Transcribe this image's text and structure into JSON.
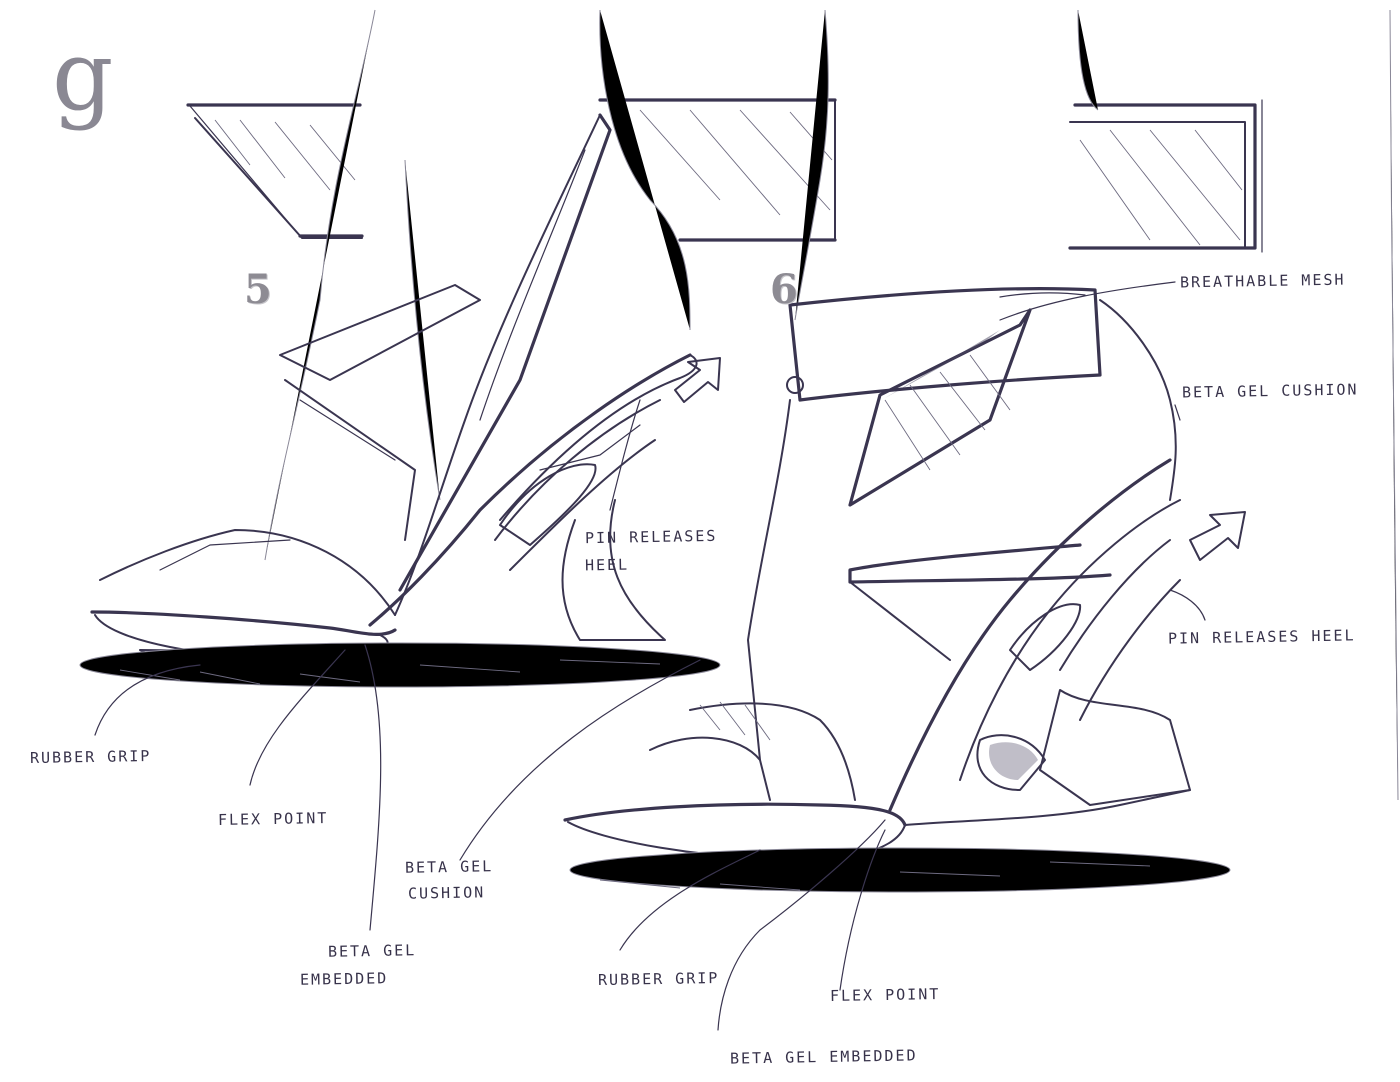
{
  "logo": "g",
  "sketch_numbers": [
    "5",
    "6"
  ],
  "annotations": {
    "breathable_mesh": "BREATHABLE MESH",
    "beta_gel_cushion_right": "BETA GEL CUSHION",
    "pin_releases_heel_left_line1": "PIN RELEASES",
    "pin_releases_heel_left_line2": "HEEL",
    "pin_releases_heel_right": "PIN RELEASES HEEL",
    "rubber_grip_left": "RUBBER GRIP",
    "flex_point_left": "FLEX POINT",
    "beta_gel_cushion_left_line1": "BETA GEL",
    "beta_gel_cushion_left_line2": "CUSHION",
    "beta_gel_embedded_left_line1": "BETA GEL",
    "beta_gel_embedded_left_line2": "EMBEDDED",
    "rubber_grip_right": "RUBBER GRIP",
    "flex_point_right": "FLEX POINT",
    "beta_gel_embedded_right": "BETA GEL EMBEDDED"
  },
  "colors": {
    "ink": "#3a3550",
    "paper": "#ffffff",
    "numeral": "#8d8b93"
  }
}
